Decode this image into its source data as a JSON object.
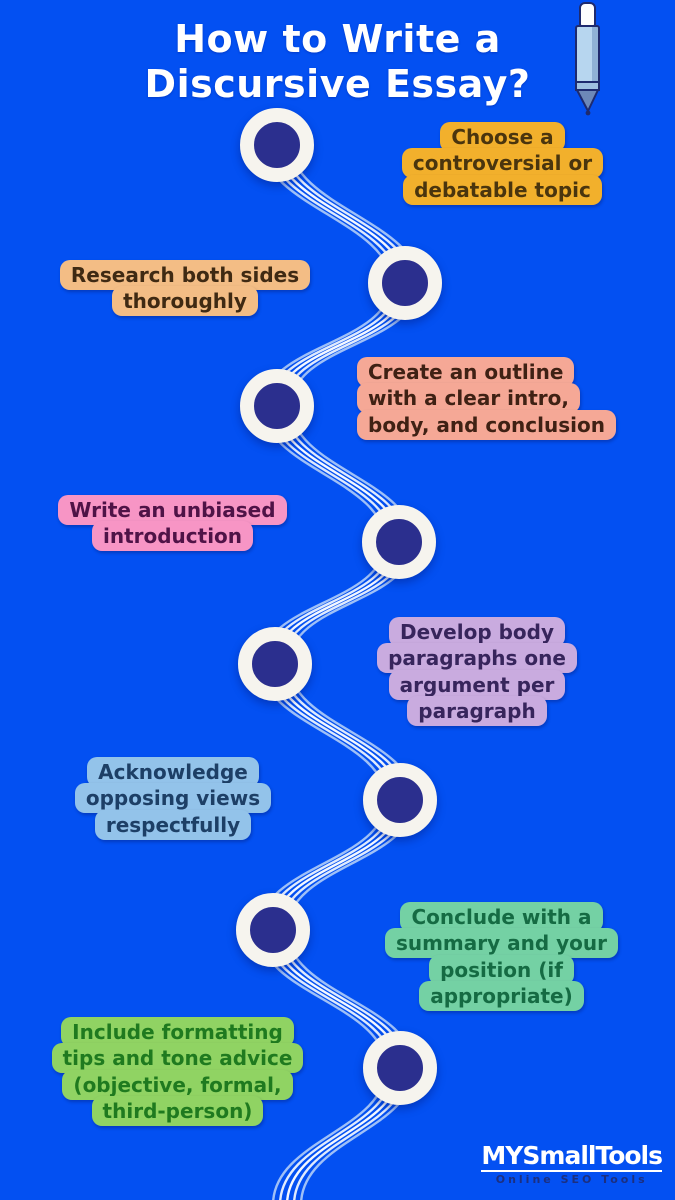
{
  "title": "How to Write a\nDiscursive Essay?",
  "theme": {
    "background": "#0350f2",
    "title_color": "#ffffff",
    "node_fill": "#2b2f8e",
    "node_ring": "#f6f4ee",
    "path_strand_light": "#dfeafd",
    "path_strand_mid": "#9fc0f7",
    "path_strand_white": "#f4f8ff",
    "tagline_color": "#1c2f80"
  },
  "steps": [
    {
      "text": "Choose a\ncontroversial or\ndebatable topic",
      "bg": "#f2b02c",
      "fg": "#4a350e",
      "side": "right"
    },
    {
      "text": "Research both sides\nthoroughly",
      "bg": "#f3bd85",
      "fg": "#3f2a13",
      "side": "left"
    },
    {
      "text": "Create an outline\nwith a clear intro,\nbody, and conclusion",
      "bg": "#f5a896",
      "fg": "#3f2114",
      "side": "right"
    },
    {
      "text": "Write an unbiased\nintroduction",
      "bg": "#f795c5",
      "fg": "#4f1347",
      "side": "left"
    },
    {
      "text": "Develop body\nparagraphs one\nargument per\nparagraph",
      "bg": "#c9abdf",
      "fg": "#37255c",
      "side": "right"
    },
    {
      "text": "Acknowledge\nopposing views\nrespectfully",
      "bg": "#93c3ea",
      "fg": "#1d3f66",
      "side": "left"
    },
    {
      "text": "Conclude with a\nsummary and your\nposition (if\nappropriate)",
      "bg": "#74d1a4",
      "fg": "#156b43",
      "side": "right"
    },
    {
      "text": "Include formatting\ntips and tone advice\n(objective, formal,\nthird-person)",
      "bg": "#90d363",
      "fg": "#1f7a1f",
      "side": "left"
    }
  ],
  "branding": {
    "name": "MYSmallTools",
    "tagline": "Online SEO Tools"
  }
}
